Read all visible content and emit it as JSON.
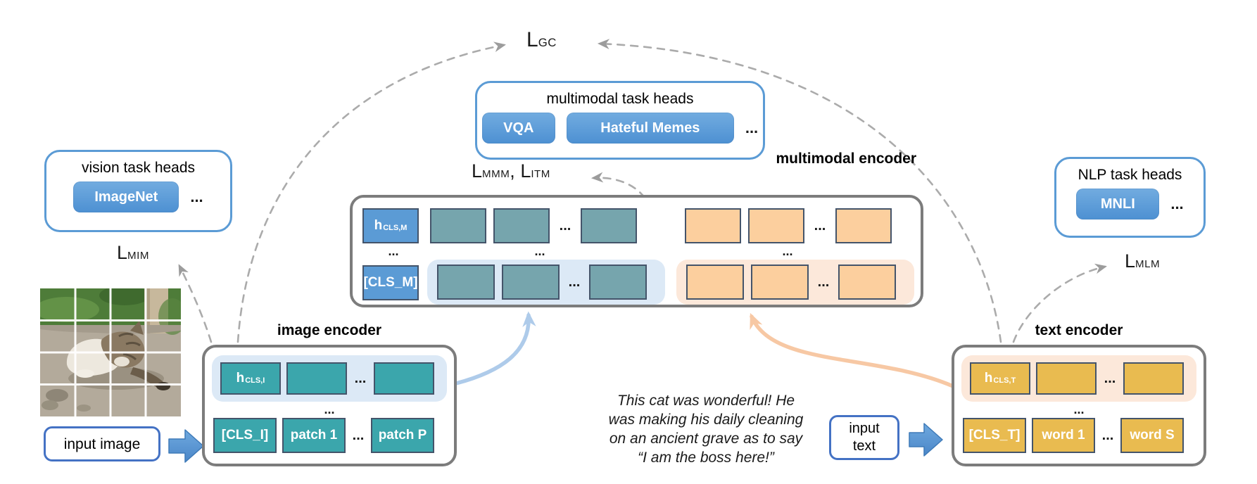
{
  "ellipsis": "...",
  "losses": {
    "gc": {
      "main": "L",
      "sub": "GC"
    },
    "mmm_itm": {
      "main1": "L",
      "sub1": "MMM",
      "sep": ", ",
      "main2": "L",
      "sub2": "ITM"
    },
    "mim": {
      "main": "L",
      "sub": "MIM"
    },
    "mlm": {
      "main": "L",
      "sub": "MLM"
    }
  },
  "task_heads": {
    "vision": {
      "title": "vision task heads",
      "buttons": [
        "ImageNet"
      ]
    },
    "multimodal": {
      "title": "multimodal task heads",
      "buttons": [
        "VQA",
        "Hateful Memes"
      ]
    },
    "nlp": {
      "title": "NLP task heads",
      "buttons": [
        "MNLI"
      ]
    }
  },
  "encoders": {
    "multimodal": {
      "label": "multimodal encoder",
      "h_main": "h",
      "h_sub": "CLS,M",
      "cls": "[CLS_M]"
    },
    "image": {
      "label": "image encoder",
      "h_main": "h",
      "h_sub": "CLS,I",
      "cls": "[CLS_I]",
      "tok_first": "patch 1",
      "tok_last": "patch P"
    },
    "text": {
      "label": "text encoder",
      "h_main": "h",
      "h_sub": "CLS,T",
      "cls": "[CLS_T]",
      "tok_first": "word 1",
      "tok_last": "word S"
    }
  },
  "inputs": {
    "image_label": "input image",
    "text_label_line1": "input",
    "text_label_line2": "text",
    "caption_lines": [
      "This cat was wonderful! He",
      "was making his daily cleaning",
      "on an ancient grave as to say",
      "“I am the boss here!”"
    ]
  },
  "colors": {
    "accent_blue": "#5B9BD5",
    "teal": "#3BA6AC",
    "muted_teal": "#76A5AD",
    "orange_block": "#FCCF9E",
    "gold_block": "#E9BB50",
    "highlight_blue": "#DCE9F6",
    "highlight_peach": "#FCE8DA",
    "encoder_border_gray": "#7C7C7C",
    "dashed_arrow_gray": "#ABABAB",
    "curve_blue": "#AECBEA",
    "curve_orange": "#F7C8A4"
  }
}
